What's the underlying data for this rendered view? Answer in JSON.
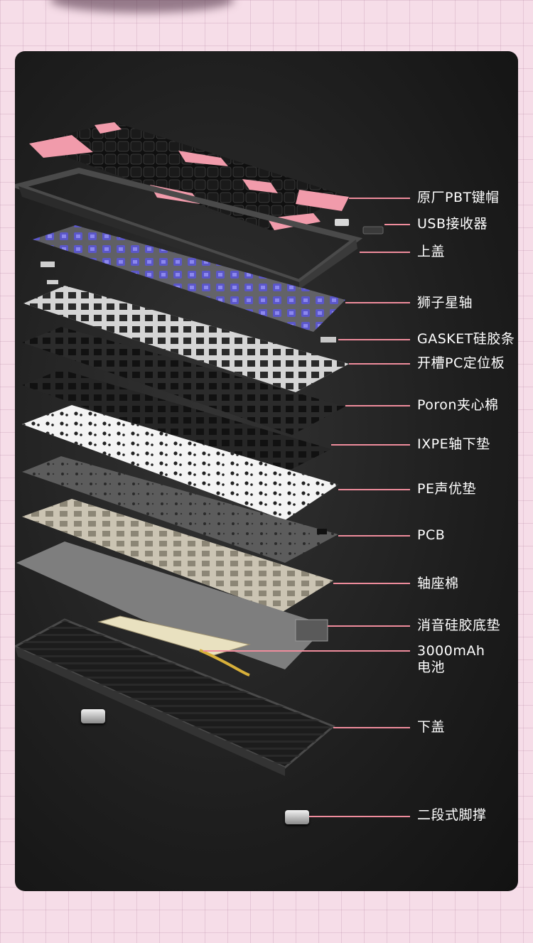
{
  "labels": {
    "keycaps": "原厂PBT键帽",
    "usb_receiver": "USB接收器",
    "top_cover": "上盖",
    "switches": "狮子星轴",
    "gasket": "GASKET硅胶条",
    "pc_plate": "开槽PC定位板",
    "poron": "Poron夹心棉",
    "ixpe": "IXPE轴下垫",
    "pe_pad": "PE声优垫",
    "pcb": "PCB",
    "switch_foam": "轴座棉",
    "silicone_pad": "消音硅胶底垫",
    "battery_line1": "3000mAh",
    "battery_line2": "电池",
    "bottom_cover": "下盖",
    "feet": "二段式脚撑"
  },
  "colors": {
    "leader": "#ef8c9c",
    "keycap_pink": "#f19bab",
    "keycap_black": "#1b1b1b",
    "switch_purple": "#5b57c9",
    "panel": "#1e1e1e"
  }
}
